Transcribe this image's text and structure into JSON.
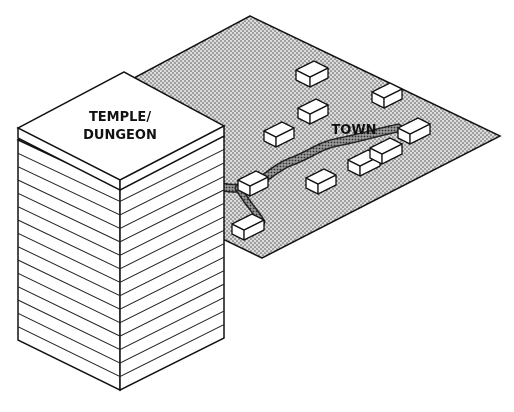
{
  "labels": {
    "temple_line1": "TEMPLE/",
    "temple_line2": "DUNGEON",
    "town": "TOWN"
  },
  "colors": {
    "ink": "#111111",
    "paper": "#ffffff",
    "stipple_dot": "#5a5a5a",
    "stipple_bg": "#d9d9d9"
  }
}
